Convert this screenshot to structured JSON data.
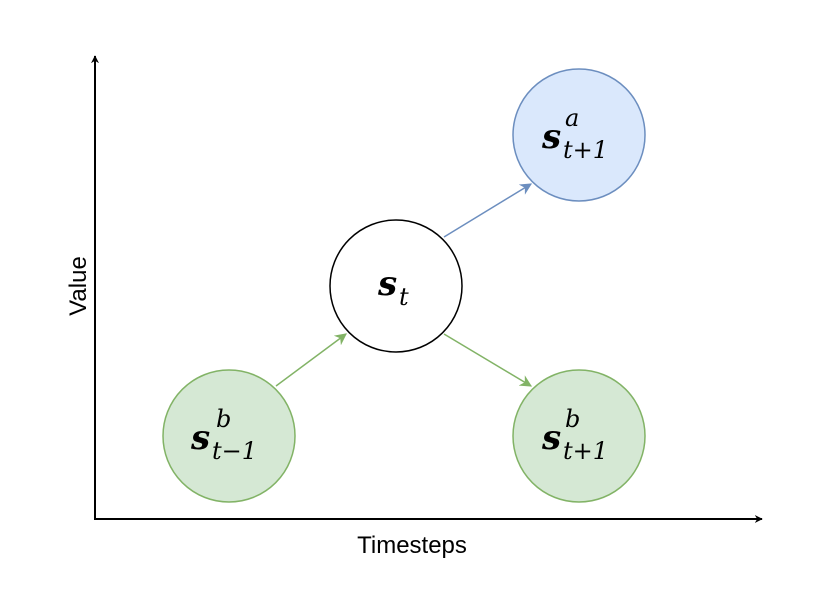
{
  "axes": {
    "x_label": "Timesteps",
    "y_label": "Value"
  },
  "nodes": {
    "current": {
      "base": "s",
      "sub": "t",
      "sup": ""
    },
    "prev_b": {
      "base": "s",
      "sub": "t−1",
      "sup": "b"
    },
    "next_a": {
      "base": "s",
      "sub": "t+1",
      "sup": "a"
    },
    "next_b": {
      "base": "s",
      "sub": "t+1",
      "sup": "b"
    }
  },
  "colors": {
    "axis": "#000000",
    "green_fill": "#d5e8d4",
    "green_stroke": "#82b366",
    "blue_fill": "#dae8fc",
    "blue_stroke": "#6c8ebf",
    "white_fill": "#ffffff",
    "black_stroke": "#000000"
  }
}
